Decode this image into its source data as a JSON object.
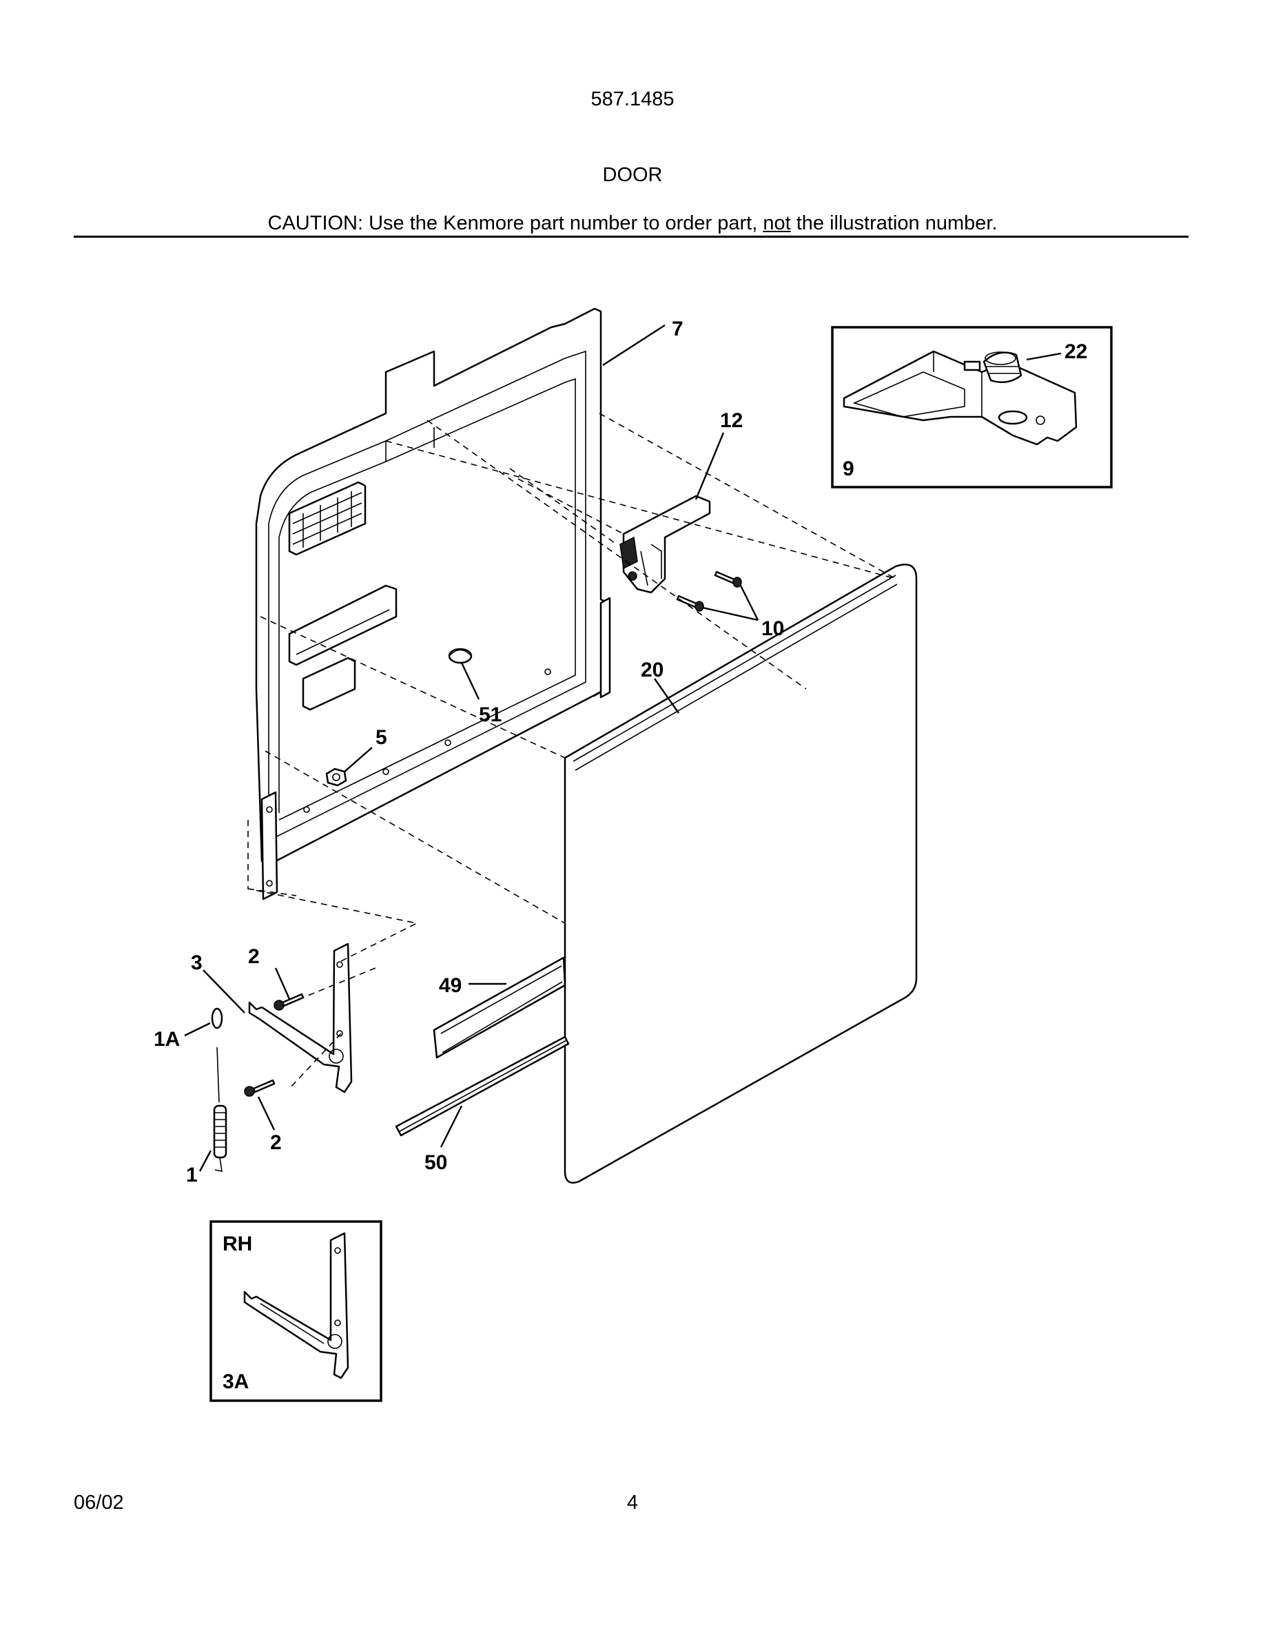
{
  "header": {
    "model_number": "587.1485",
    "section_title": "DOOR",
    "caution_prefix": "CAUTION: Use the Kenmore part number to order part, ",
    "caution_emphasis": "not",
    "caution_suffix": " the illustration number."
  },
  "footer": {
    "date": "06/02",
    "page_number": "4"
  },
  "callouts": {
    "c7": "7",
    "c12": "12",
    "c10": "10",
    "c20": "20",
    "c51": "51",
    "c5": "5",
    "c3": "3",
    "c2a": "2",
    "c2b": "2",
    "c1a": "1A",
    "c1": "1",
    "c49": "49",
    "c50": "50",
    "c22": "22",
    "c9": "9",
    "rh": "RH",
    "c3a": "3A"
  }
}
